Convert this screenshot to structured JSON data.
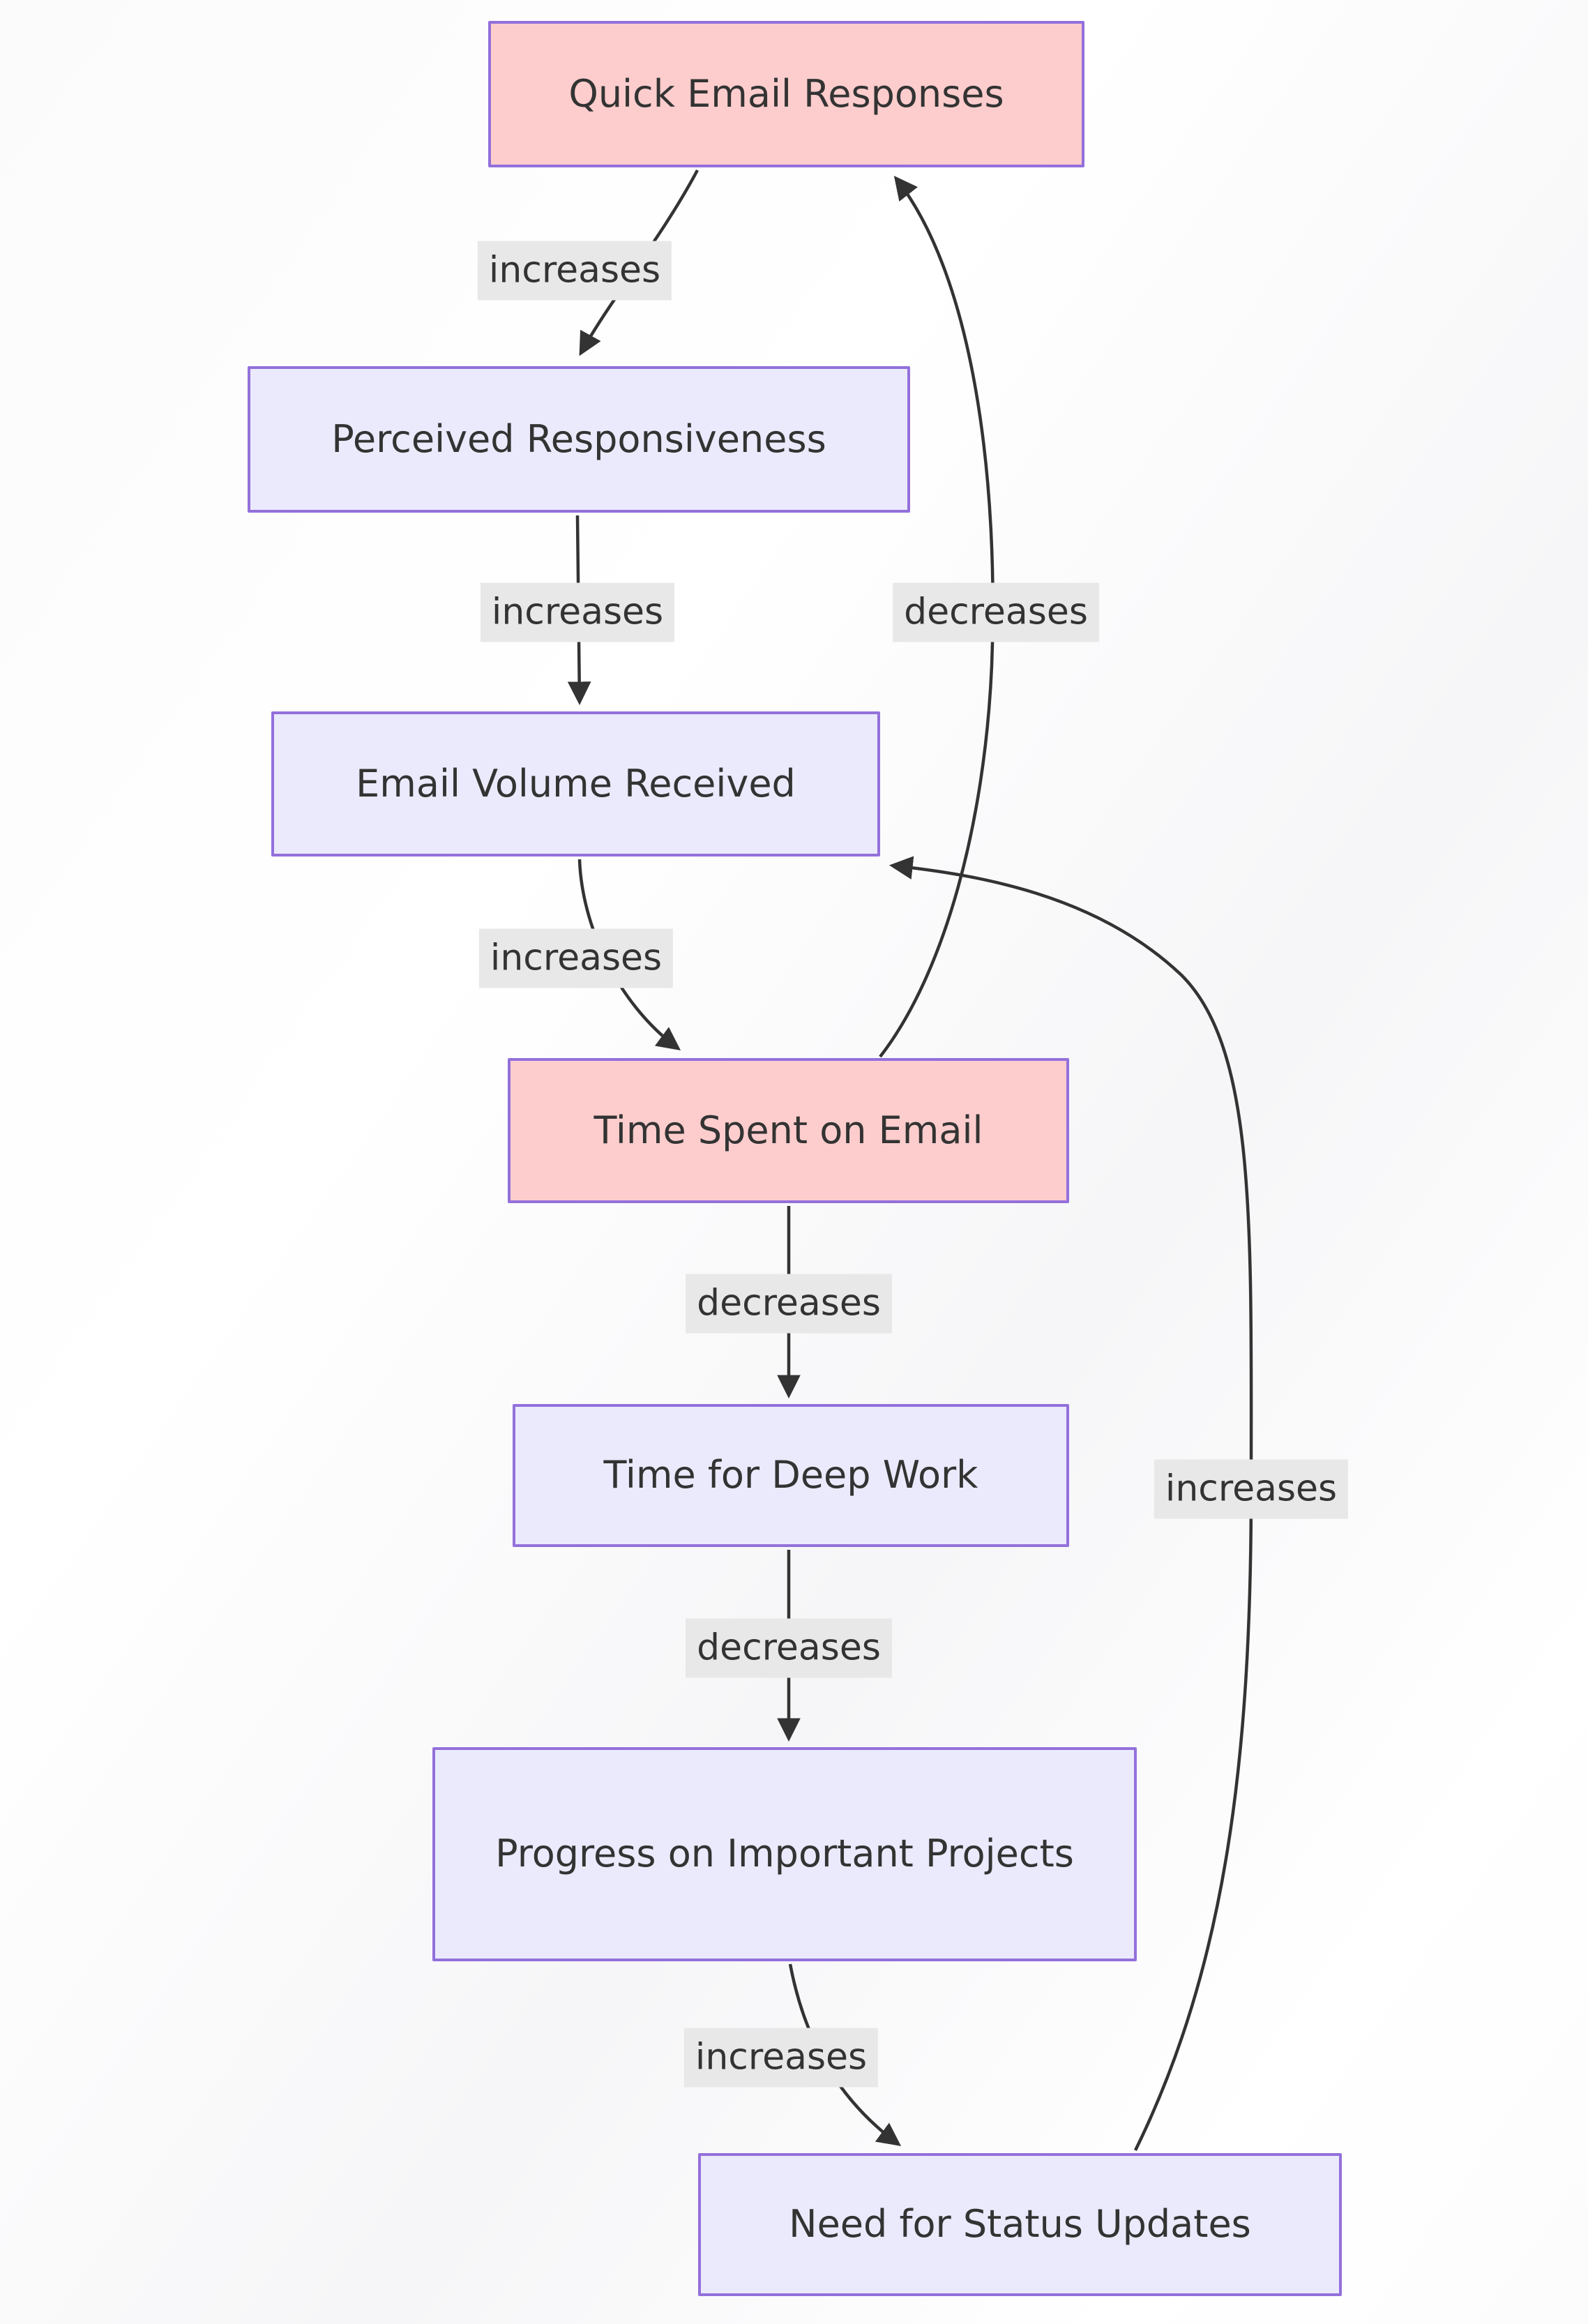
{
  "diagram": {
    "type": "flowchart",
    "direction": "top-down",
    "colors": {
      "node_fill_highlight": "#fdcdcd",
      "node_fill_default": "#eaeafc",
      "node_border": "#9370DB",
      "edge_stroke": "#333333",
      "label_bg": "#e8e8e8",
      "text": "#333333"
    },
    "nodes": [
      {
        "id": "quick-email-responses",
        "label": "Quick Email Responses",
        "style": "highlight"
      },
      {
        "id": "perceived-responsiveness",
        "label": "Perceived Responsiveness",
        "style": "default"
      },
      {
        "id": "email-volume-received",
        "label": "Email Volume Received",
        "style": "default"
      },
      {
        "id": "time-spent-on-email",
        "label": "Time Spent on Email",
        "style": "highlight"
      },
      {
        "id": "time-for-deep-work",
        "label": "Time for Deep Work",
        "style": "default"
      },
      {
        "id": "progress-on-important-projects",
        "label": "Progress on Important Projects",
        "style": "default"
      },
      {
        "id": "need-for-status-updates",
        "label": "Need for Status Updates",
        "style": "default"
      }
    ],
    "edges": [
      {
        "from": "Quick Email Responses",
        "to": "Perceived Responsiveness",
        "label": "increases"
      },
      {
        "from": "Perceived Responsiveness",
        "to": "Email Volume Received",
        "label": "increases"
      },
      {
        "from": "Email Volume Received",
        "to": "Time Spent on Email",
        "label": "increases"
      },
      {
        "from": "Time Spent on Email",
        "to": "Quick Email Responses",
        "label": "decreases"
      },
      {
        "from": "Time Spent on Email",
        "to": "Time for Deep Work",
        "label": "decreases"
      },
      {
        "from": "Time for Deep Work",
        "to": "Progress on Important Projects",
        "label": "decreases"
      },
      {
        "from": "Progress on Important Projects",
        "to": "Need for Status Updates",
        "label": "increases"
      },
      {
        "from": "Need for Status Updates",
        "to": "Email Volume Received",
        "label": "increases"
      }
    ]
  }
}
